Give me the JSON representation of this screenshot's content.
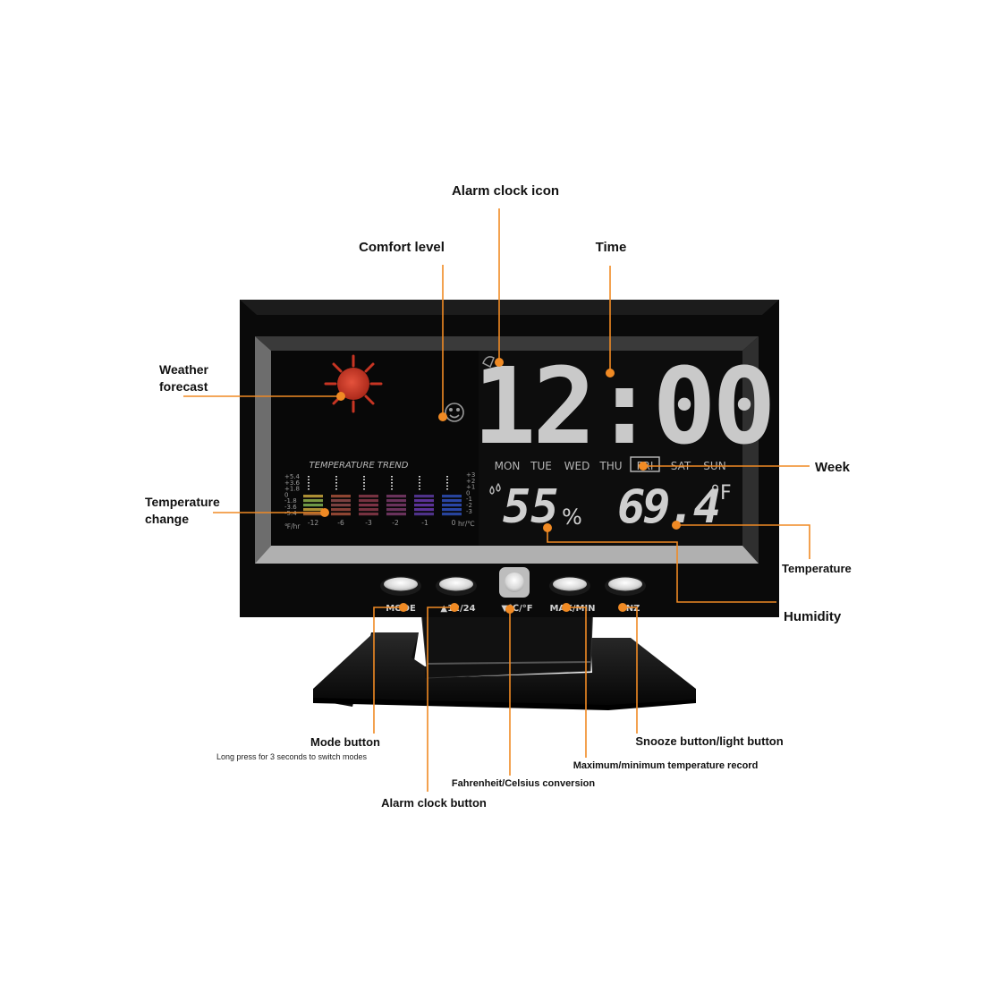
{
  "labels": {
    "alarm_icon": "Alarm clock icon",
    "comfort": "Comfort level",
    "time": "Time",
    "weather_1": "Weather",
    "weather_2": "forecast",
    "temp_change_1": "Temperature",
    "temp_change_2": "change",
    "week": "Week",
    "temperature": "Temperature",
    "humidity": "Humidity",
    "mode": "Mode button",
    "mode_note": "Long press for 3 seconds to switch modes",
    "alarm_button": "Alarm clock button",
    "fc": "Fahrenheit/Celsius conversion",
    "maxmin": "Maximum/minimum temperature record",
    "snooze": "Snooze button/light button"
  },
  "display": {
    "time": "12:00",
    "days": [
      "MON",
      "TUE",
      "WED",
      "THU",
      "FRI",
      "SAT",
      "SUN"
    ],
    "selected_day": "FRI",
    "humidity_value": "55",
    "humidity_unit": "%",
    "temperature_value": "69.4",
    "temperature_unit": "°F",
    "trend_title": "TEMPERATURE TREND",
    "trend_left_ticks": [
      "+5.4",
      "+3.6",
      "+1.8",
      "0",
      "-1.8",
      "-3.6",
      "-5.4"
    ],
    "trend_right_ticks": [
      "+3",
      "+2",
      "+1",
      "0",
      "-1",
      "-2",
      "-3"
    ],
    "trend_x_ticks": [
      "-12",
      "-6",
      "-3",
      "-2",
      "-1",
      "0"
    ],
    "trend_left_unit": "℉/hr",
    "trend_right_unit": "hr/℃"
  },
  "buttons": {
    "mode": "MODE",
    "alarm": "▲12/24",
    "fc": "▼℃/°F",
    "maxmin": "MAX/MIN",
    "snz": "SNZ"
  },
  "colors": {
    "accent": "#f08a24",
    "lcd": "#0b0b0b",
    "sun": "#d13a2a"
  }
}
